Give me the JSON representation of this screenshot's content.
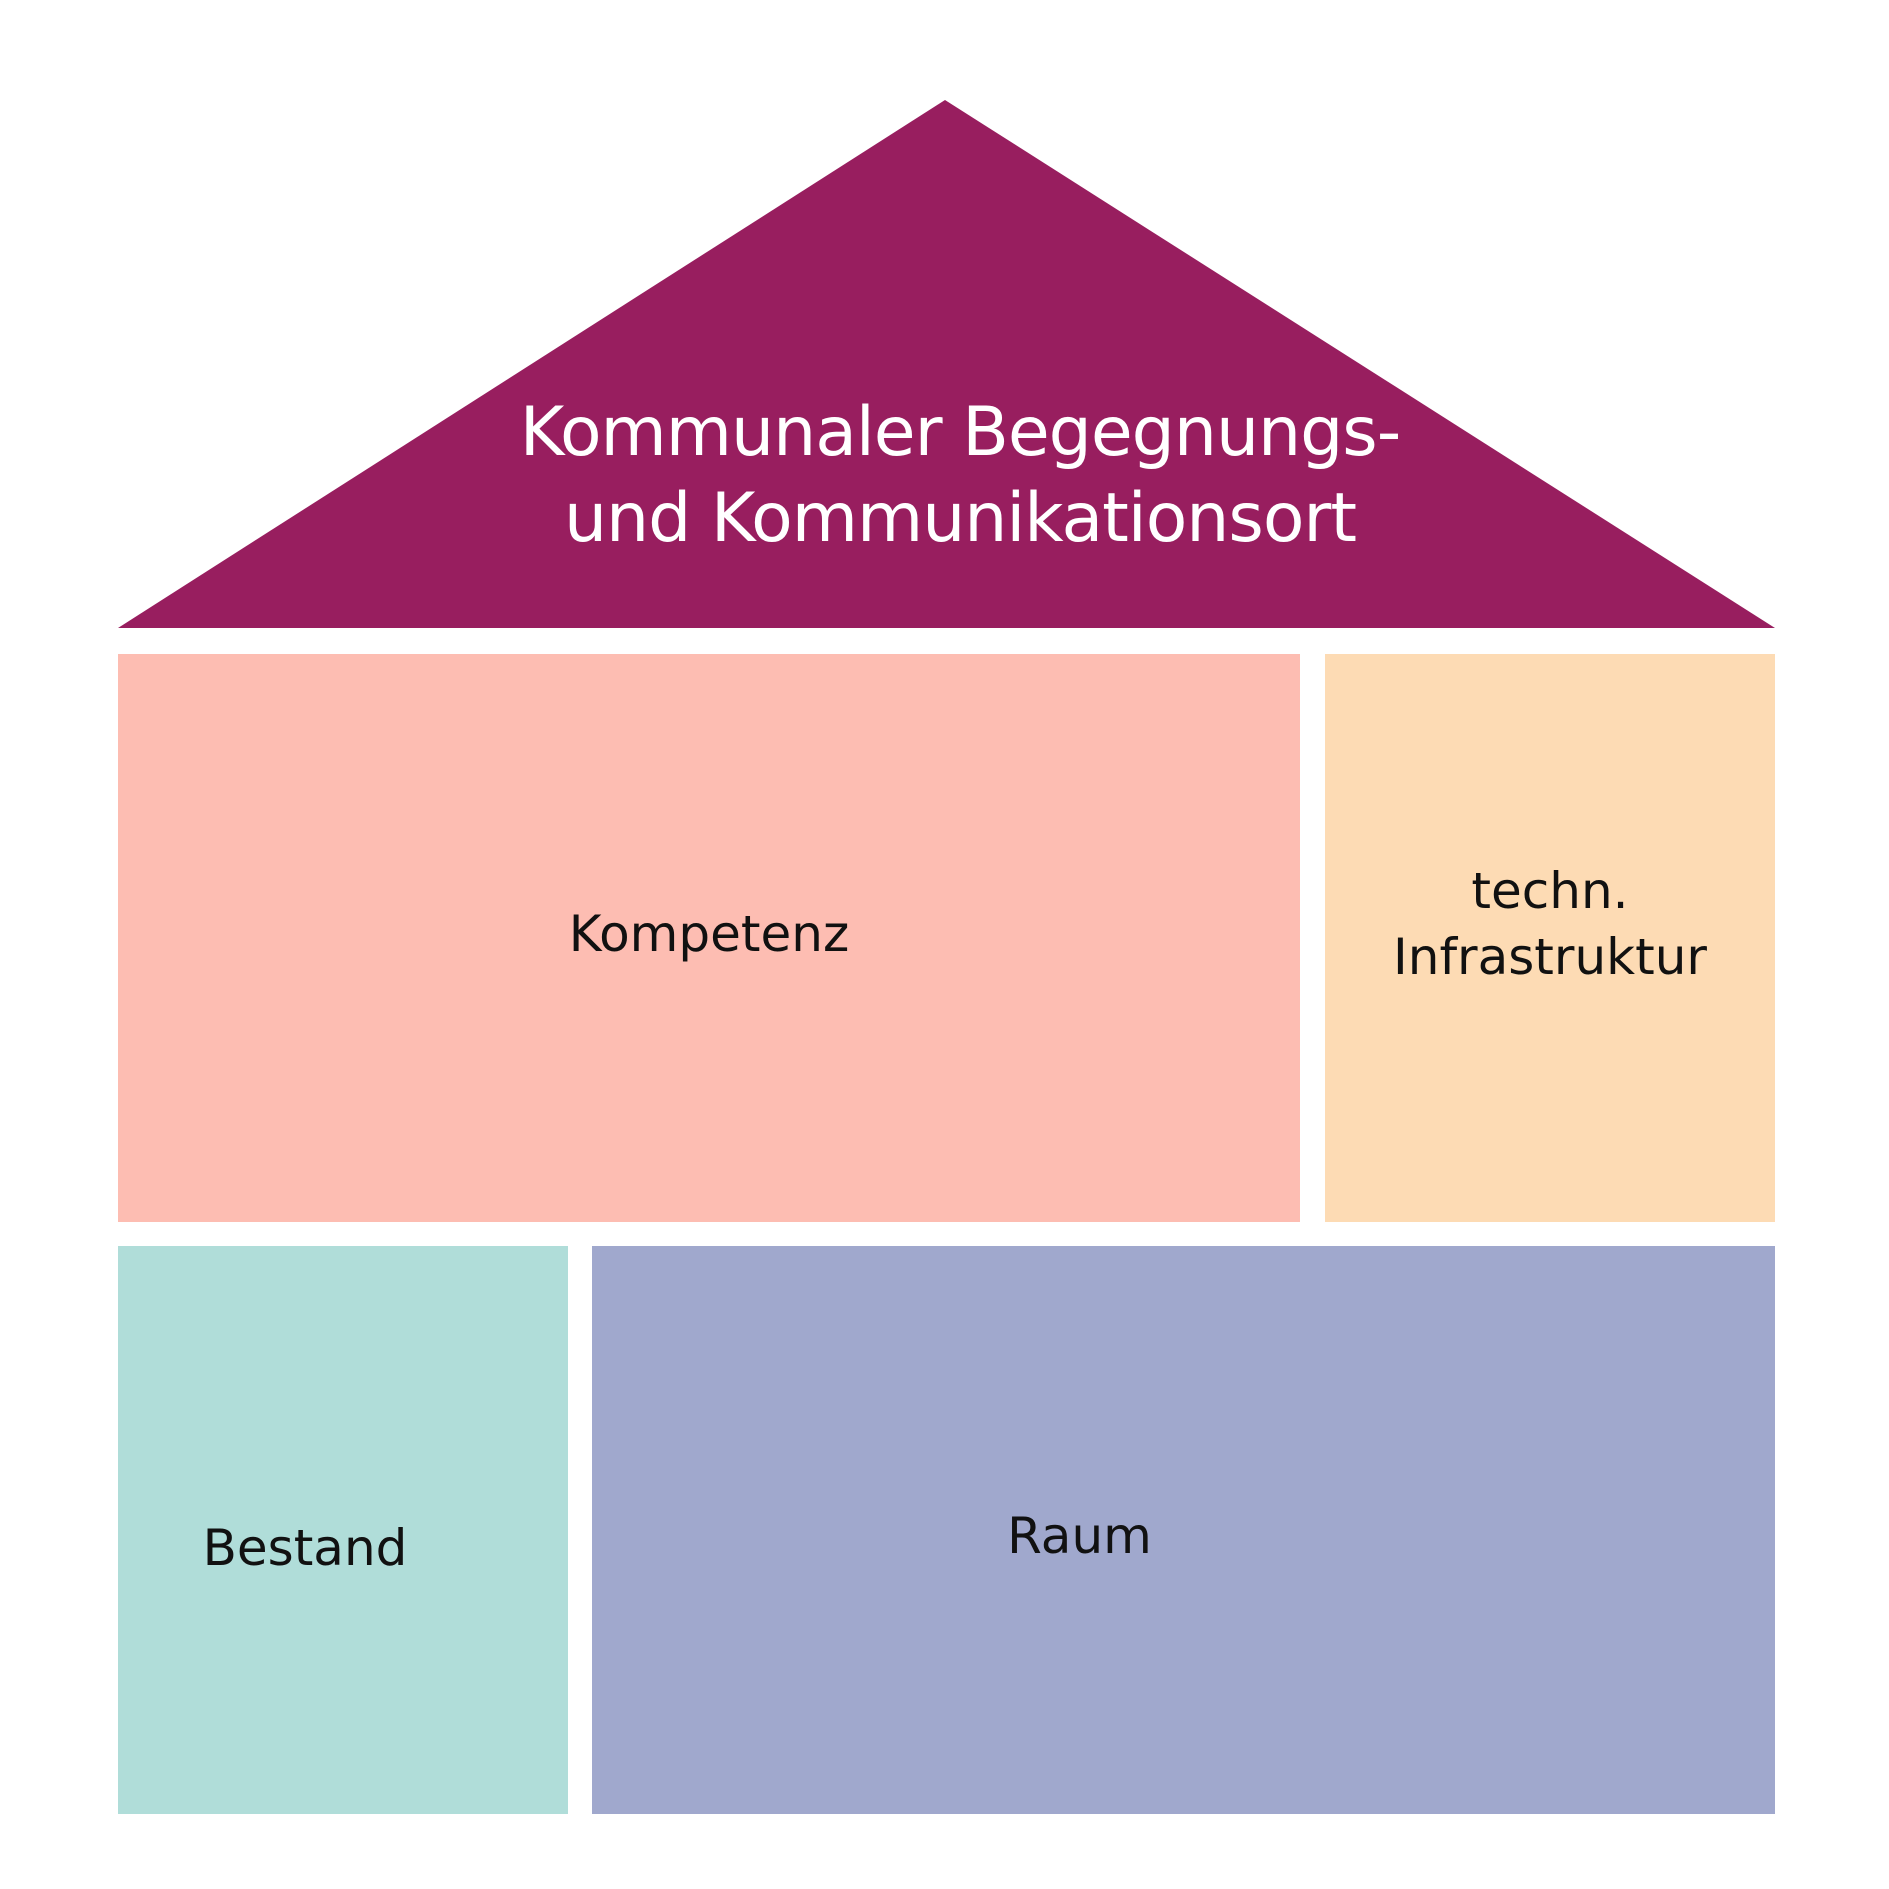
{
  "roof": {
    "title_line1": "Kommunaler Begegnungs-",
    "title_line2": "und Kommunikationsort",
    "color": "#981E5F"
  },
  "blocks": {
    "kompetenz": {
      "label": "Kompetenz",
      "color": "#FDBDB2"
    },
    "technik": {
      "label_line1": "techn.",
      "label_line2": "Infrastruktur",
      "color": "#FDDBB4"
    },
    "bestand": {
      "label": "Bestand",
      "color": "#B0DDD9"
    },
    "raum": {
      "label": "Raum",
      "color": "#A0A8CD"
    }
  }
}
